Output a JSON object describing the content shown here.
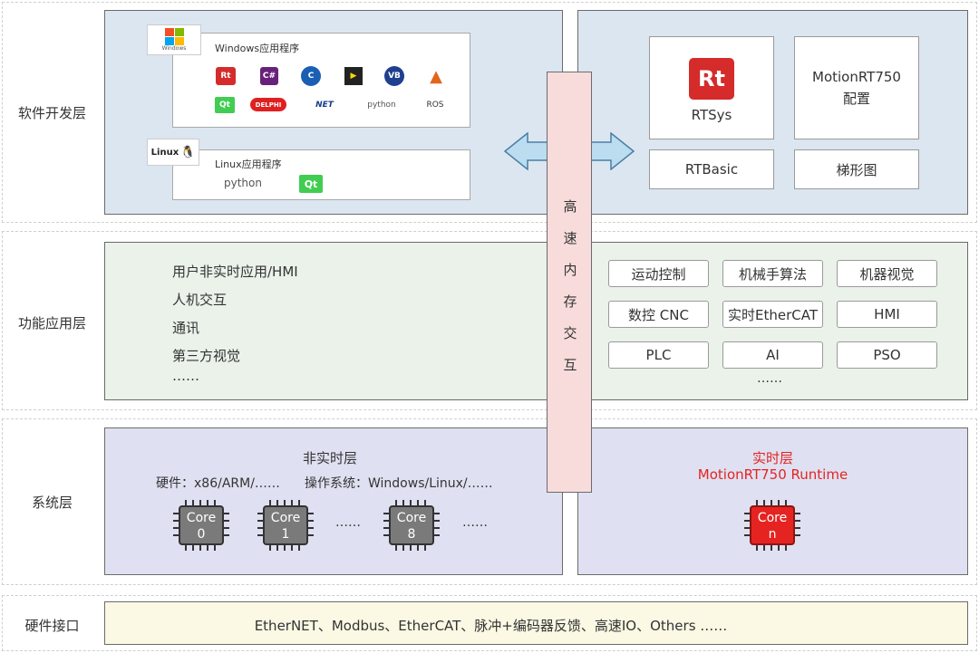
{
  "rows": {
    "software": "软件开发层",
    "function": "功能应用层",
    "system": "系统层",
    "hardware": "硬件接口"
  },
  "software": {
    "windows_card_title": "Windows应用程序",
    "windows_badge": "Windows",
    "windows_logos": [
      "Rt",
      "C#",
      "C",
      "▶",
      "VB",
      "▲",
      "Qt",
      "DELPHI",
      "NET",
      "python",
      "ROS"
    ],
    "linux_card_title": "Linux应用程序",
    "linux_badge": "Linux",
    "linux_logos": [
      "python",
      "Qt"
    ],
    "rtsys_label": "RTSys",
    "rtsys_logo": "Rt",
    "config_line1": "MotionRT750",
    "config_line2": "配置",
    "rtbasic_label": "RTBasic",
    "ladder_label": "梯形图"
  },
  "bus_chars": [
    "高",
    "速",
    "内",
    "存",
    "交",
    "互"
  ],
  "function_left": [
    "用户非实时应用/HMI",
    "人机交互",
    "通讯",
    "第三方视觉",
    "……"
  ],
  "function_right": [
    "运动控制",
    "机械手算法",
    "机器视觉",
    "数控 CNC",
    "实时EtherCAT",
    "HMI",
    "PLC",
    "AI",
    "PSO"
  ],
  "function_right_more": "……",
  "system": {
    "nonrt_title": "非实时层",
    "nonrt_hw": "硬件：x86/ARM/……",
    "nonrt_os": "操作系统：Windows/Linux/……",
    "cores": [
      {
        "line1": "Core",
        "line2": "0"
      },
      {
        "line1": "Core",
        "line2": "1"
      },
      {
        "line1": "Core",
        "line2": "8"
      }
    ],
    "core_ellipsis": "……",
    "rt_title": "实时层",
    "rt_subtitle": "MotionRT750 Runtime",
    "rt_core": {
      "line1": "Core",
      "line2": "n"
    }
  },
  "hardware": {
    "text": "EtherNET、Modbus、EtherCAT、脉冲+编码器反馈、高速IO、Others ……"
  },
  "colors": {
    "software_bg": "#dce6f0",
    "function_bg": "#eaf2ea",
    "system_bg": "#dfe1f2",
    "hardware_bg": "#fbf8e3",
    "bus_bg": "#f8dcdc",
    "arrow_fill": "#bcdcf0",
    "realtime_red": "#e52421"
  }
}
